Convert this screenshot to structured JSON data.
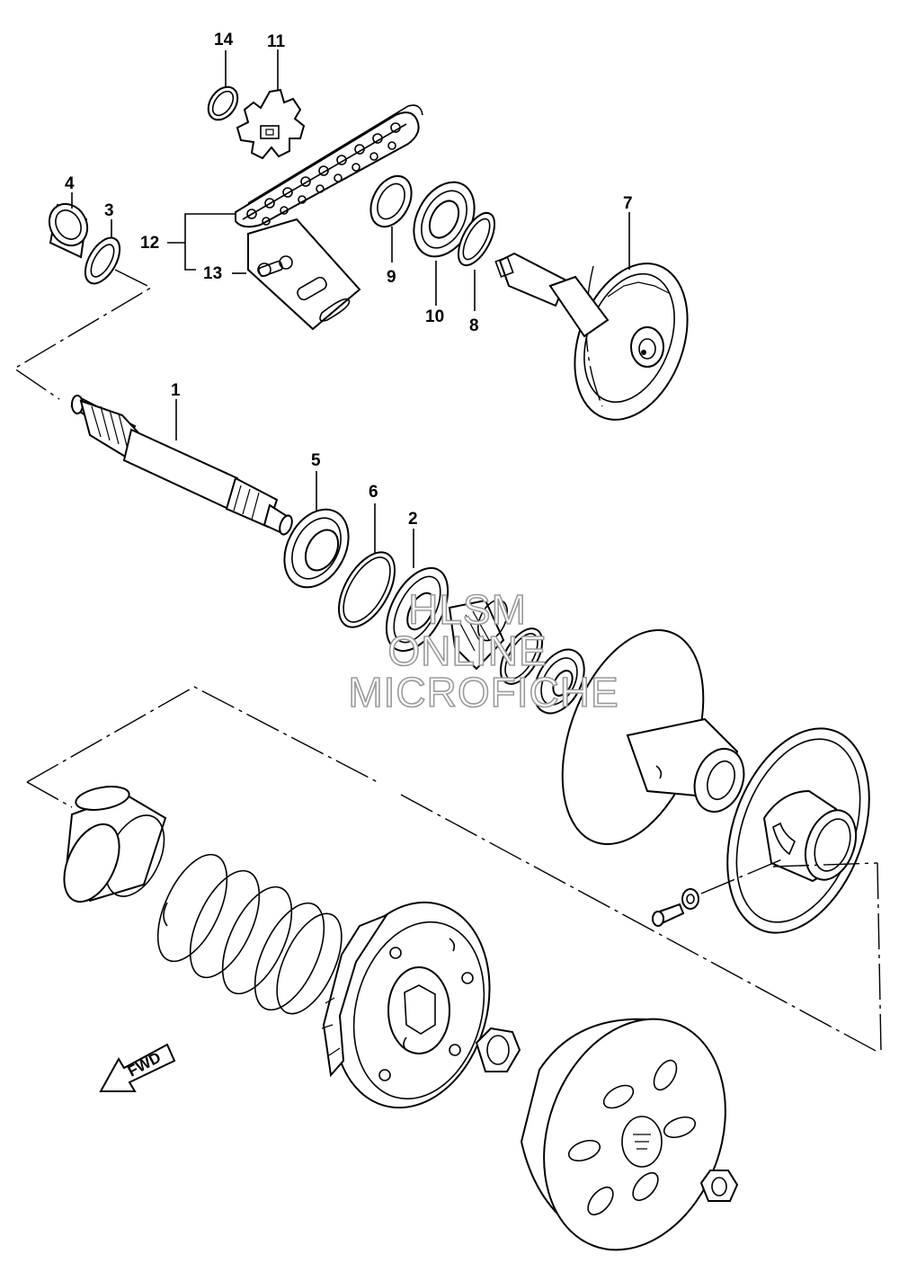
{
  "callouts": [
    {
      "id": "1",
      "label": "1"
    },
    {
      "id": "2",
      "label": "2"
    },
    {
      "id": "3",
      "label": "3"
    },
    {
      "id": "4",
      "label": "4"
    },
    {
      "id": "5",
      "label": "5"
    },
    {
      "id": "6",
      "label": "6"
    },
    {
      "id": "7",
      "label": "7"
    },
    {
      "id": "8",
      "label": "8"
    },
    {
      "id": "9",
      "label": "9"
    },
    {
      "id": "10",
      "label": "10"
    },
    {
      "id": "11",
      "label": "11"
    },
    {
      "id": "12",
      "label": "12"
    },
    {
      "id": "13",
      "label": "13"
    },
    {
      "id": "14",
      "label": "14"
    }
  ],
  "watermark": {
    "line1": "HLSM",
    "line2": "ONLINE",
    "line3": "MICROFICHE",
    "color": "#9a9a9a"
  },
  "direction_arrow": {
    "label": "FWD",
    "icon": "arrow-down-left-icon"
  }
}
